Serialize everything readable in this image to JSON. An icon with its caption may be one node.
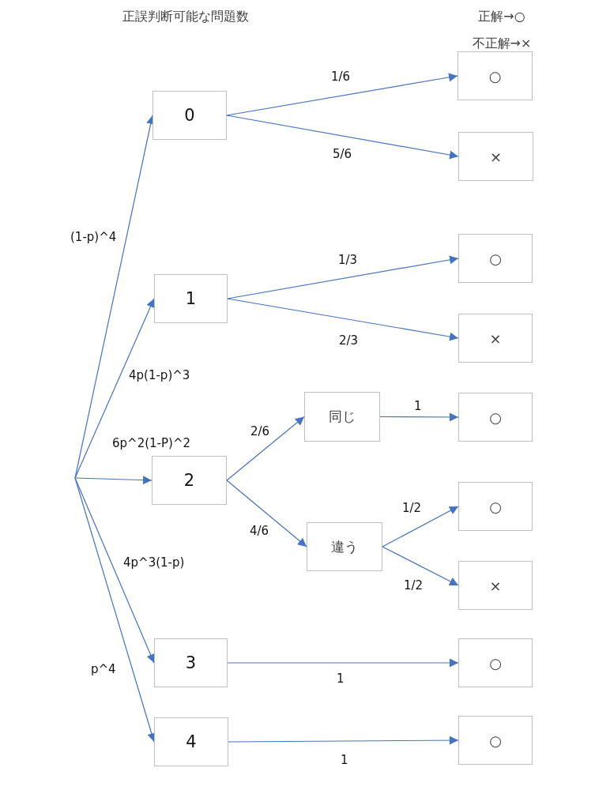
{
  "diagram": {
    "nodes": [
      {
        "text": [
          "0"
        ]
      },
      {
        "text": [
          "1"
        ]
      },
      {
        "text": [
          "2"
        ]
      },
      {
        "text": [
          "同じ"
        ]
      },
      {
        "text": [
          "違う"
        ]
      },
      {
        "text": [
          "3"
        ]
      },
      {
        "text": [
          "4"
        ]
      },
      {
        "text": [
          "○"
        ]
      },
      {
        "text": [
          "×"
        ]
      },
      {
        "text": [
          "○"
        ]
      },
      {
        "text": [
          "×"
        ]
      },
      {
        "text": [
          "○"
        ]
      },
      {
        "text": [
          "○"
        ]
      },
      {
        "text": [
          "×"
        ]
      },
      {
        "text": [
          "○"
        ]
      },
      {
        "text": [
          "○"
        ]
      }
    ],
    "edges": [
      {
        "from": null,
        "to": 0,
        "arrow": "to",
        "label": "(1-p)^4"
      },
      {
        "from": null,
        "to": 1,
        "arrow": "to",
        "label": "4p(1-p)^3"
      },
      {
        "from": null,
        "to": 2,
        "arrow": "to",
        "label": "6p^2(1-P)^2"
      },
      {
        "from": null,
        "to": 5,
        "arrow": "to",
        "label": "4p^3(1-p)"
      },
      {
        "from": null,
        "to": 6,
        "arrow": "to",
        "label": "p^4"
      },
      {
        "from": 0,
        "to": 7,
        "arrow": "to",
        "label": "1/6"
      },
      {
        "from": 0,
        "to": 8,
        "arrow": "to",
        "label": "5/6"
      },
      {
        "from": 1,
        "to": 9,
        "arrow": "to",
        "label": "1/3"
      },
      {
        "from": 1,
        "to": 10,
        "arrow": "to",
        "label": "2/3"
      },
      {
        "from": 2,
        "to": 3,
        "arrow": "to",
        "label": "2/6"
      },
      {
        "from": 2,
        "to": 4,
        "arrow": "to",
        "label": "4/6"
      },
      {
        "from": 3,
        "to": 11,
        "arrow": "to",
        "label": "1"
      },
      {
        "from": 4,
        "to": 12,
        "arrow": "to",
        "label": "1/2"
      },
      {
        "from": 4,
        "to": 13,
        "arrow": "to",
        "label": "1/2"
      },
      {
        "from": 5,
        "to": 14,
        "arrow": "to",
        "label": "1"
      },
      {
        "from": 6,
        "to": 15,
        "arrow": "to",
        "label": "1"
      }
    ],
    "labels": [
      "正誤判断可能な問題数",
      "正解→○",
      "不正解→×"
    ]
  }
}
